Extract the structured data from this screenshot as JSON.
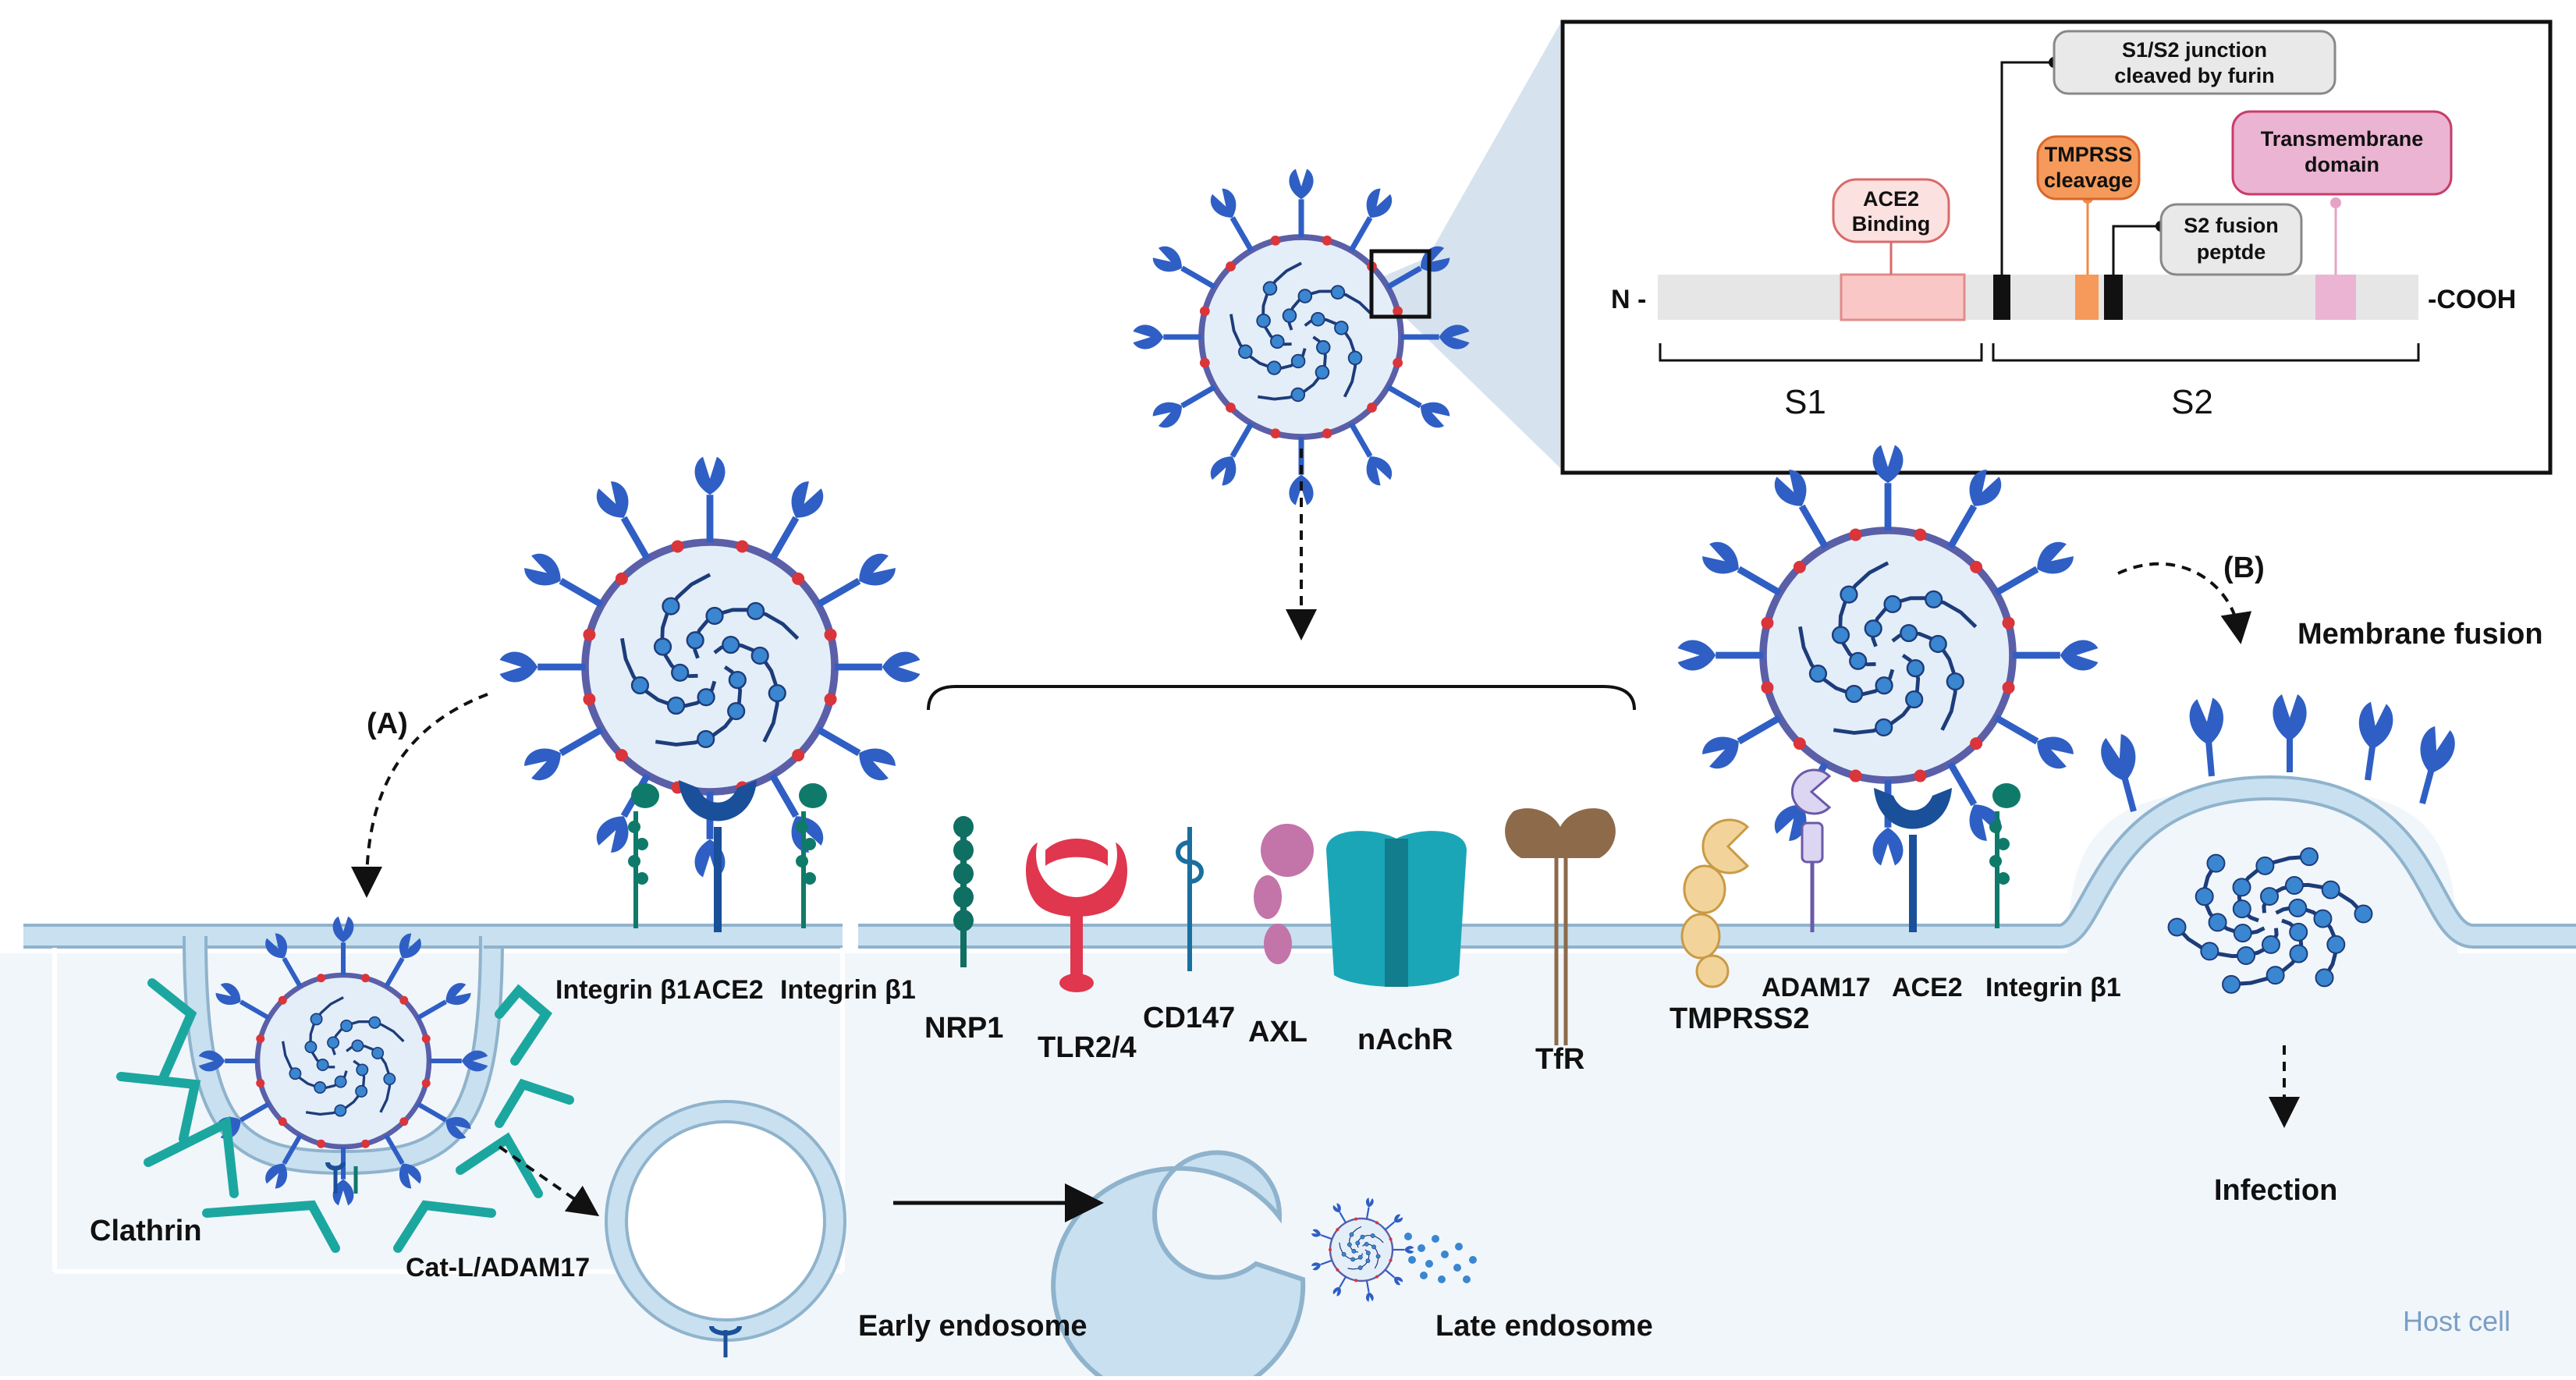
{
  "labels": {
    "path_a": "(A)",
    "path_b": "(B)",
    "membrane_fusion": "Membrane fusion",
    "infection": "Infection",
    "host_cell": "Host cell",
    "clathrin": "Clathrin",
    "cat_l_adam17": "Cat-L/ADAM17",
    "early_endosome": "Early endosome",
    "late_endosome": "Late endosome"
  },
  "receptors": {
    "integrin_b1_left": "Integrin β1",
    "ace2_left": "ACE2",
    "integrin_b1_mid": "Integrin β1",
    "nrp1": "NRP1",
    "tlr": "TLR2/4",
    "cd147": "CD147",
    "axl": "AXL",
    "nachr": "nAchR",
    "tfr": "TfR",
    "tmprss2": "TMPRSS2",
    "adam17": "ADAM17",
    "ace2_right": "ACE2",
    "integrin_b1_right": "Integrin β1"
  },
  "spike_domain": {
    "n_term": "N -",
    "c_term": "-COOH",
    "s1": "S1",
    "s2": "S2",
    "ace2_binding": [
      "ACE2",
      "Binding"
    ],
    "junction": [
      "S1/S2 junction",
      "cleaved by furin"
    ],
    "tmprss": [
      "TMPRSS",
      "cleavage"
    ],
    "fusion": [
      "S2 fusion",
      "peptde"
    ],
    "transmembrane": [
      "Transmembrane",
      "domain"
    ]
  },
  "colors": {
    "spike": "#2f5fc4",
    "virus_membrane": "#5a5fa8",
    "membrane": "#b9d6ea",
    "cytoplasm": "#f1f6fb",
    "ace2": "#1a4f99",
    "integrin": "#0f7a6a",
    "tlr": "#e0364e",
    "axl": "#c374a8",
    "nachr": "#1ba6b8",
    "tfr": "#8c6a4a",
    "tmprss2": "#f2d49b",
    "clathrin": "#1ba7a0"
  }
}
